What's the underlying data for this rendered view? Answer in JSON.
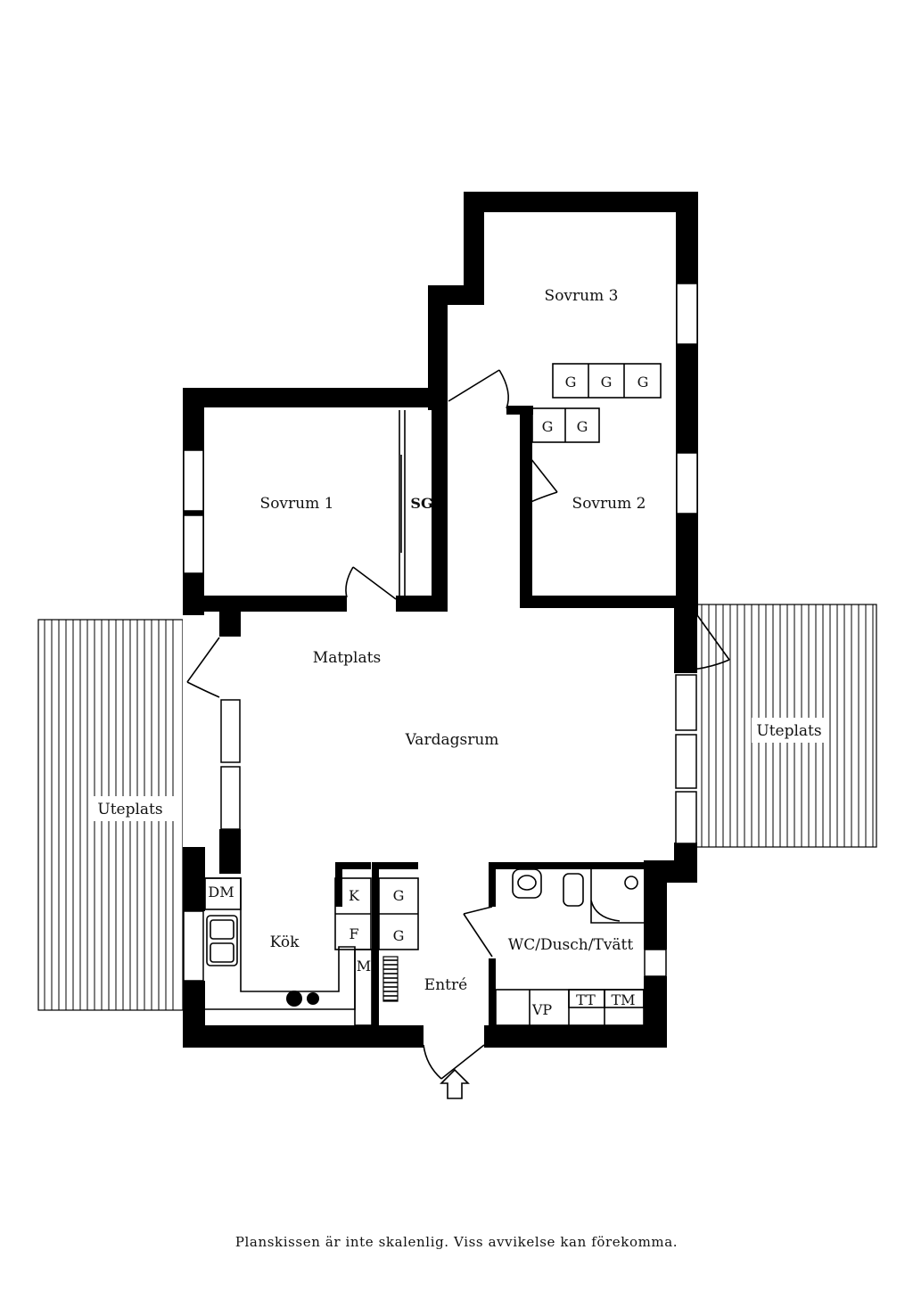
{
  "rooms": {
    "sovrum3": "Sovrum 3",
    "sovrum1": "Sovrum 1",
    "sovrum2": "Sovrum 2",
    "matplats": "Matplats",
    "vardagsrum": "Vardagsrum",
    "kok": "Kök",
    "entre": "Entré",
    "wc": "WC/Dusch/Tvätt",
    "uteplats_left": "Uteplats",
    "uteplats_right": "Uteplats"
  },
  "fixtures": {
    "wardrobe": "G",
    "sg": "SG",
    "dm": "DM",
    "k": "K",
    "f": "F",
    "m": "M",
    "vp": "VP",
    "tt": "TT",
    "tm": "TM"
  },
  "footer": "Planskissen är inte skalenlig. Viss avvikelse kan förekomma."
}
